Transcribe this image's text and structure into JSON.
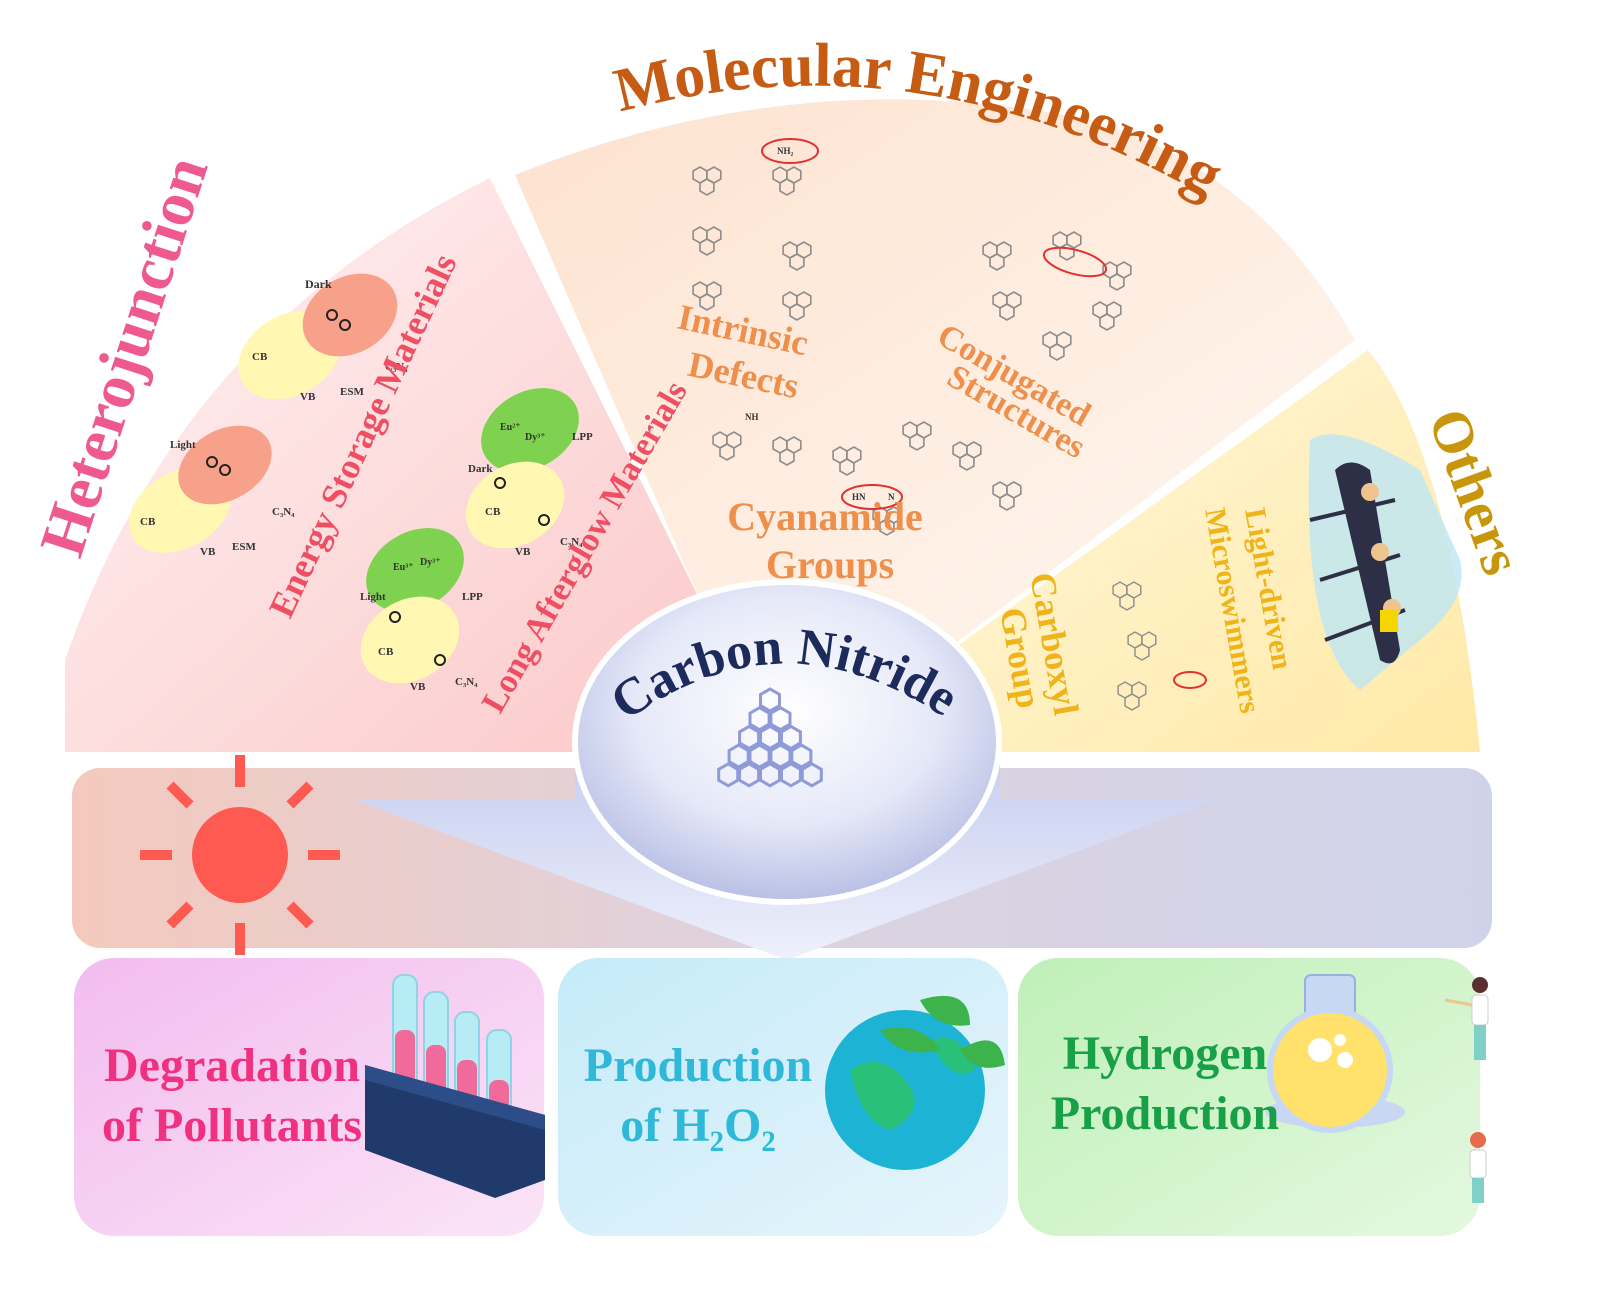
{
  "title": "Carbon Nitride",
  "sectors": {
    "heterojunction": {
      "title": "Heterojunction",
      "items": [
        "Energy Storage Materials",
        "Long Afterglow Materials"
      ],
      "diagram_labels": {
        "dark": "Dark",
        "light": "Light",
        "cb": "CB",
        "vb": "VB",
        "esm": "ESM",
        "c3n4": "C₃N₄",
        "lpp": "LPP",
        "eu2": "Eu²⁺",
        "dy3": "Dy³⁺",
        "eu3": "Eu³⁺",
        "dy2": "Dy²⁺"
      }
    },
    "molecular": {
      "title": "Molecular Engineering",
      "items": [
        "Intrinsic Defects",
        "Conjugated Structures",
        "Cyanamide Groups"
      ],
      "structure_labels": {
        "nh2": "NH₂",
        "hn": "HN",
        "n": "N",
        "nh": "NH"
      }
    },
    "others": {
      "title": "Others",
      "items": [
        "Carboxyl Group",
        "Light-driven Microswimmers"
      ]
    }
  },
  "applications": [
    {
      "name": "Degradation of Pollutants",
      "line1": "Degradation",
      "line2": "of Pollutants",
      "color": "#f0317f"
    },
    {
      "name": "Production of H2O2",
      "line1": "Production",
      "line2": "of H₂O₂",
      "color": "#2fb8d8"
    },
    {
      "name": "Hydrogen Production",
      "line1": "Hydrogen",
      "line2": "Production",
      "color": "#17a045"
    }
  ],
  "colors": {
    "heterojunction": "#ee5a8f",
    "energy_storage": "#ee4f63",
    "molecular": "#c65b14",
    "molecular_items": "#ef8f4c",
    "others": "#c8960c",
    "others_items": "#efb41a",
    "center_title": "#1d2b5c",
    "sun": "#ff5a52",
    "moon": "#fff59c"
  },
  "icons": [
    "sun-icon",
    "moon-icon",
    "test-tube-rack-icon",
    "earth-leaf-icon",
    "flask-icon",
    "rowing-boat-icon"
  ]
}
